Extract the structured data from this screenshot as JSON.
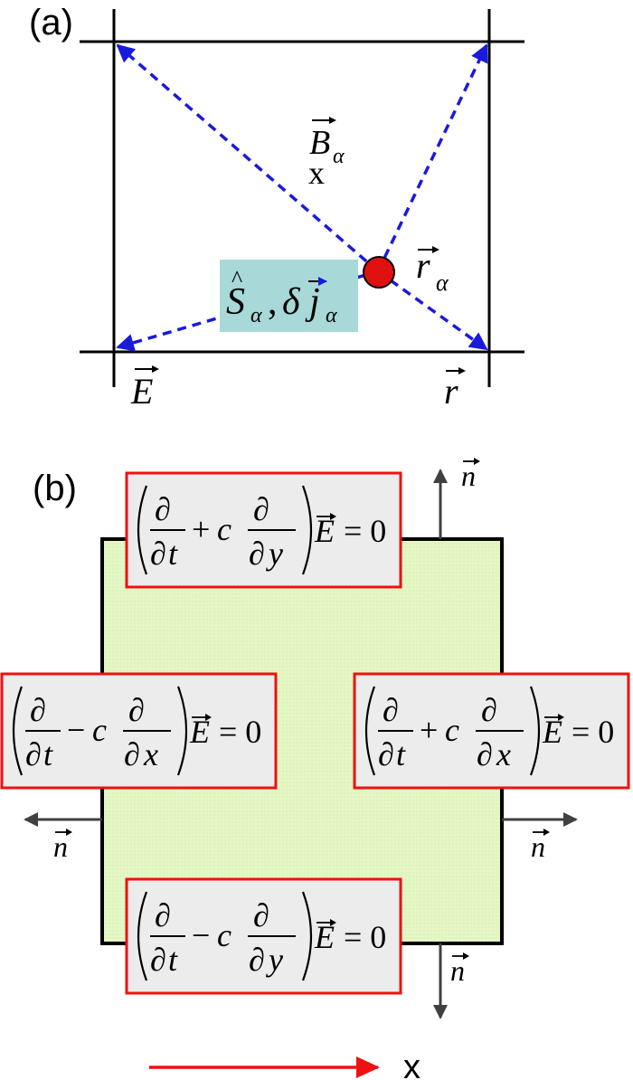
{
  "panel_a": {
    "label": "(a)",
    "symbols": {
      "B": "B",
      "B_sub": "α",
      "x_mark": "x",
      "r_alpha": "r",
      "r_alpha_sub": "α",
      "S": "S",
      "S_sub": "α",
      "comma": ",",
      "delta": "δ",
      "j": "j",
      "j_sub": "α",
      "E": "E",
      "r": "r"
    },
    "colors": {
      "dashed": "#1a1adc",
      "dot": "#e01010",
      "box_fill": "#a8d8d8",
      "arrowhead": "#1a1adc"
    }
  },
  "panel_b": {
    "label": "(b)",
    "equations": {
      "top": {
        "sign": "+",
        "var": "y",
        "rhs": "= 0"
      },
      "left": {
        "sign": "−",
        "var": "x",
        "rhs": "= 0"
      },
      "right": {
        "sign": "+",
        "var": "x",
        "rhs": "= 0"
      },
      "bottom": {
        "sign": "−",
        "var": "y",
        "rhs": "= 0"
      }
    },
    "eq_parts": {
      "partial": "∂",
      "t": "t",
      "c": "c",
      "E": "E"
    },
    "normal_label": "n",
    "axis_label": "x",
    "colors": {
      "region_fill": "#e4f7c4",
      "box_border": "#ee1111",
      "box_fill": "#ececec",
      "axis_arrow": "#ee1111",
      "normal_arrow": "#404040"
    }
  }
}
